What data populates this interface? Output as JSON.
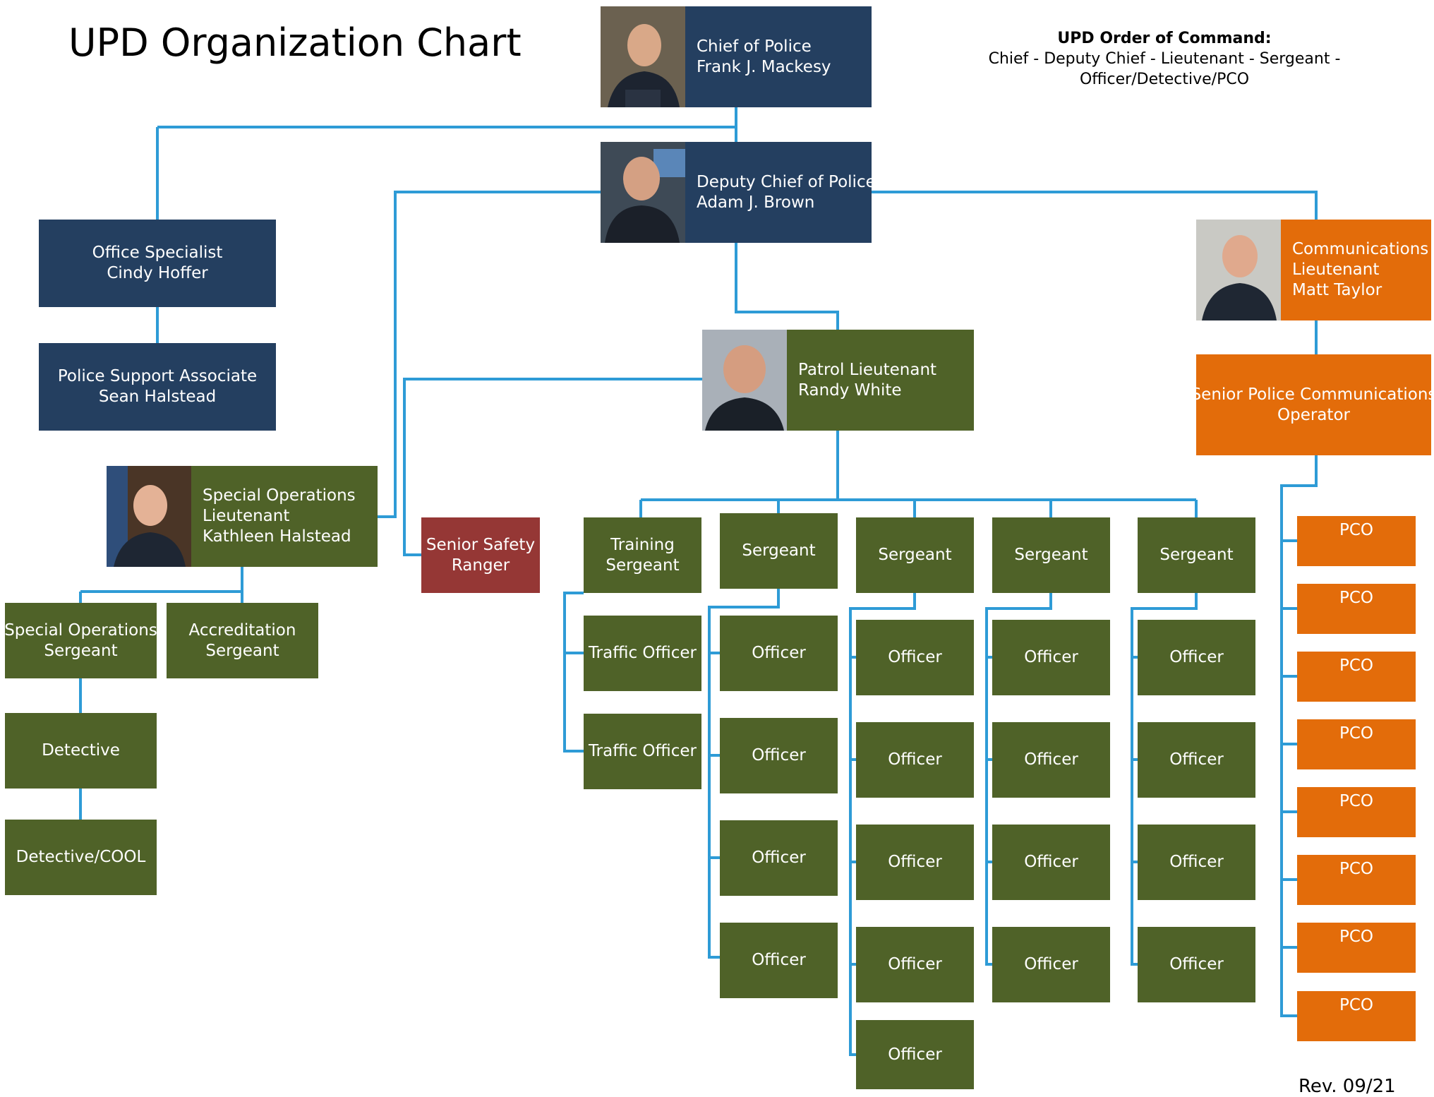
{
  "title": "UPD Organization Chart",
  "order_of_command": {
    "heading": "UPD Order of Command:",
    "lines": [
      "Chief - Deputy Chief - Lieutenant - Sergeant -",
      "Officer/Detective/PCO"
    ]
  },
  "revision": "Rev. 09/21",
  "colors": {
    "navy": "#243f60",
    "olive": "#4f6228",
    "orange": "#e36c0a",
    "red": "#953735",
    "connector": "#2e9bd6"
  },
  "chief": {
    "lines": [
      "Chief of Police",
      "Frank J. Mackesy"
    ]
  },
  "deputy": {
    "lines": [
      "Deputy Chief of Police",
      "Adam J. Brown"
    ]
  },
  "office_specialist": {
    "lines": [
      "Office Specialist",
      "Cindy Hoffer"
    ]
  },
  "support_associate": {
    "lines": [
      "Police Support Associate",
      "Sean Halstead"
    ]
  },
  "comms_lieutenant": {
    "lines": [
      "Communications",
      "Lieutenant",
      "Matt Taylor"
    ]
  },
  "senior_comms_operator": {
    "lines": [
      "Senior Police Communications",
      "Operator"
    ]
  },
  "pco_label": "PCO",
  "patrol_lieutenant": {
    "lines": [
      "Patrol Lieutenant",
      "Randy White"
    ]
  },
  "special_ops_lieutenant": {
    "lines": [
      "Special Operations",
      "Lieutenant",
      "Kathleen Halstead"
    ]
  },
  "senior_safety_ranger": {
    "lines": [
      "Senior Safety",
      "Ranger"
    ]
  },
  "special_ops_sergeant": {
    "lines": [
      "Special Operations",
      "Sergeant"
    ]
  },
  "accreditation_sergeant": {
    "lines": [
      "Accreditation",
      "Sergeant"
    ]
  },
  "detective": "Detective",
  "detective_cool": "Detective/COOL",
  "training_sergeant": {
    "lines": [
      "Training",
      "Sergeant"
    ]
  },
  "traffic_officer": "Traffic Officer",
  "sergeant": "Sergeant",
  "officer": "Officer"
}
